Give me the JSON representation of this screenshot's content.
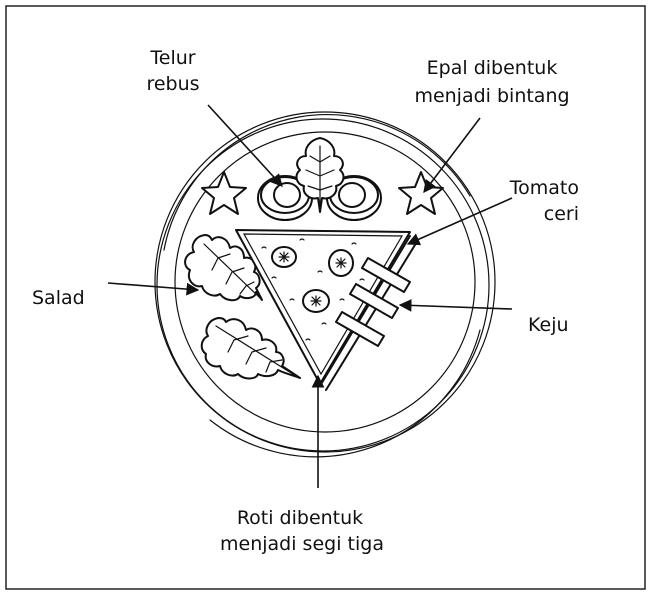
{
  "labels": {
    "telur_line1": "Telur",
    "telur_line2": "rebus",
    "epal_line1": "Epal dibentuk",
    "epal_line2": "menjadi bintang",
    "tomato_line1": "Tomato",
    "tomato_line2": "ceri",
    "salad": "Salad",
    "keju": "Keju",
    "roti_line1": "Roti dibentuk",
    "roti_line2": "menjadi segi tiga"
  },
  "colors": {
    "ink": "#111111",
    "background": "#ffffff",
    "frame": "#222222"
  }
}
